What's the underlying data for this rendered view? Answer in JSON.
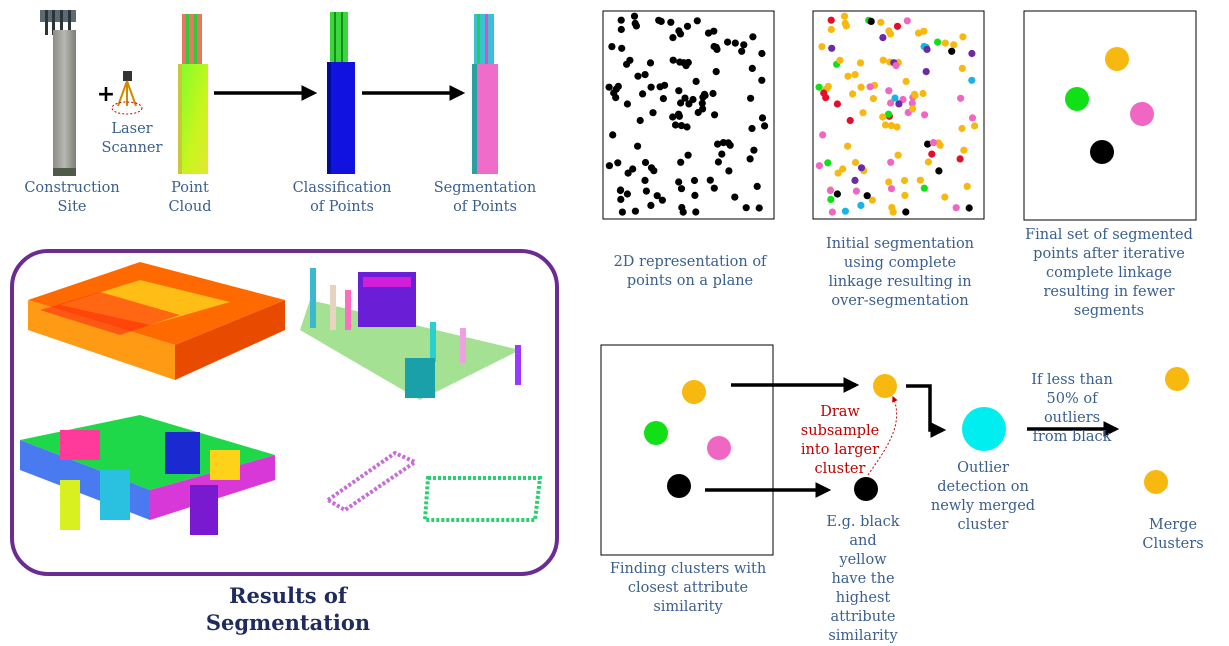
{
  "top_pipeline": {
    "site_label": "Construction Site",
    "plus": "+",
    "scanner_label": "Laser Scanner",
    "cloud_label": "Point Cloud",
    "classification_label": "Classification of Points",
    "segmentation_label": "Segmentation of Points"
  },
  "results": {
    "title": "Results of Segmentation",
    "frame_color": "#6a2c91"
  },
  "panels": {
    "p1_caption": "2D representation of points on a plane",
    "p2_caption": "Initial segmentation using complete linkage resulting in over-segmentation",
    "p3_caption": "Final set of segmented points after iterative complete linkage resulting in fewer segments"
  },
  "process": {
    "find_caption": "Finding clusters with closest attribute similarity",
    "draw_label": "Draw subsample into larger cluster",
    "example_label": "E.g. black and yellow have the highest attribute similarity",
    "outlier_label": "Outlier detection on newly merged cluster",
    "threshold_label": "If less than 50% of outliers from black",
    "merge_label": "Merge Clusters"
  },
  "colors": {
    "yellow": "#f7b90f",
    "green": "#11e016",
    "pink": "#ef67c3",
    "black": "#000000",
    "cyan": "#00eef0",
    "red": "#e30d2c",
    "blue": "#1ab3e8",
    "purple": "#6c2aa3",
    "label_blue": "#3a5f8e",
    "label_red": "#c00000"
  }
}
